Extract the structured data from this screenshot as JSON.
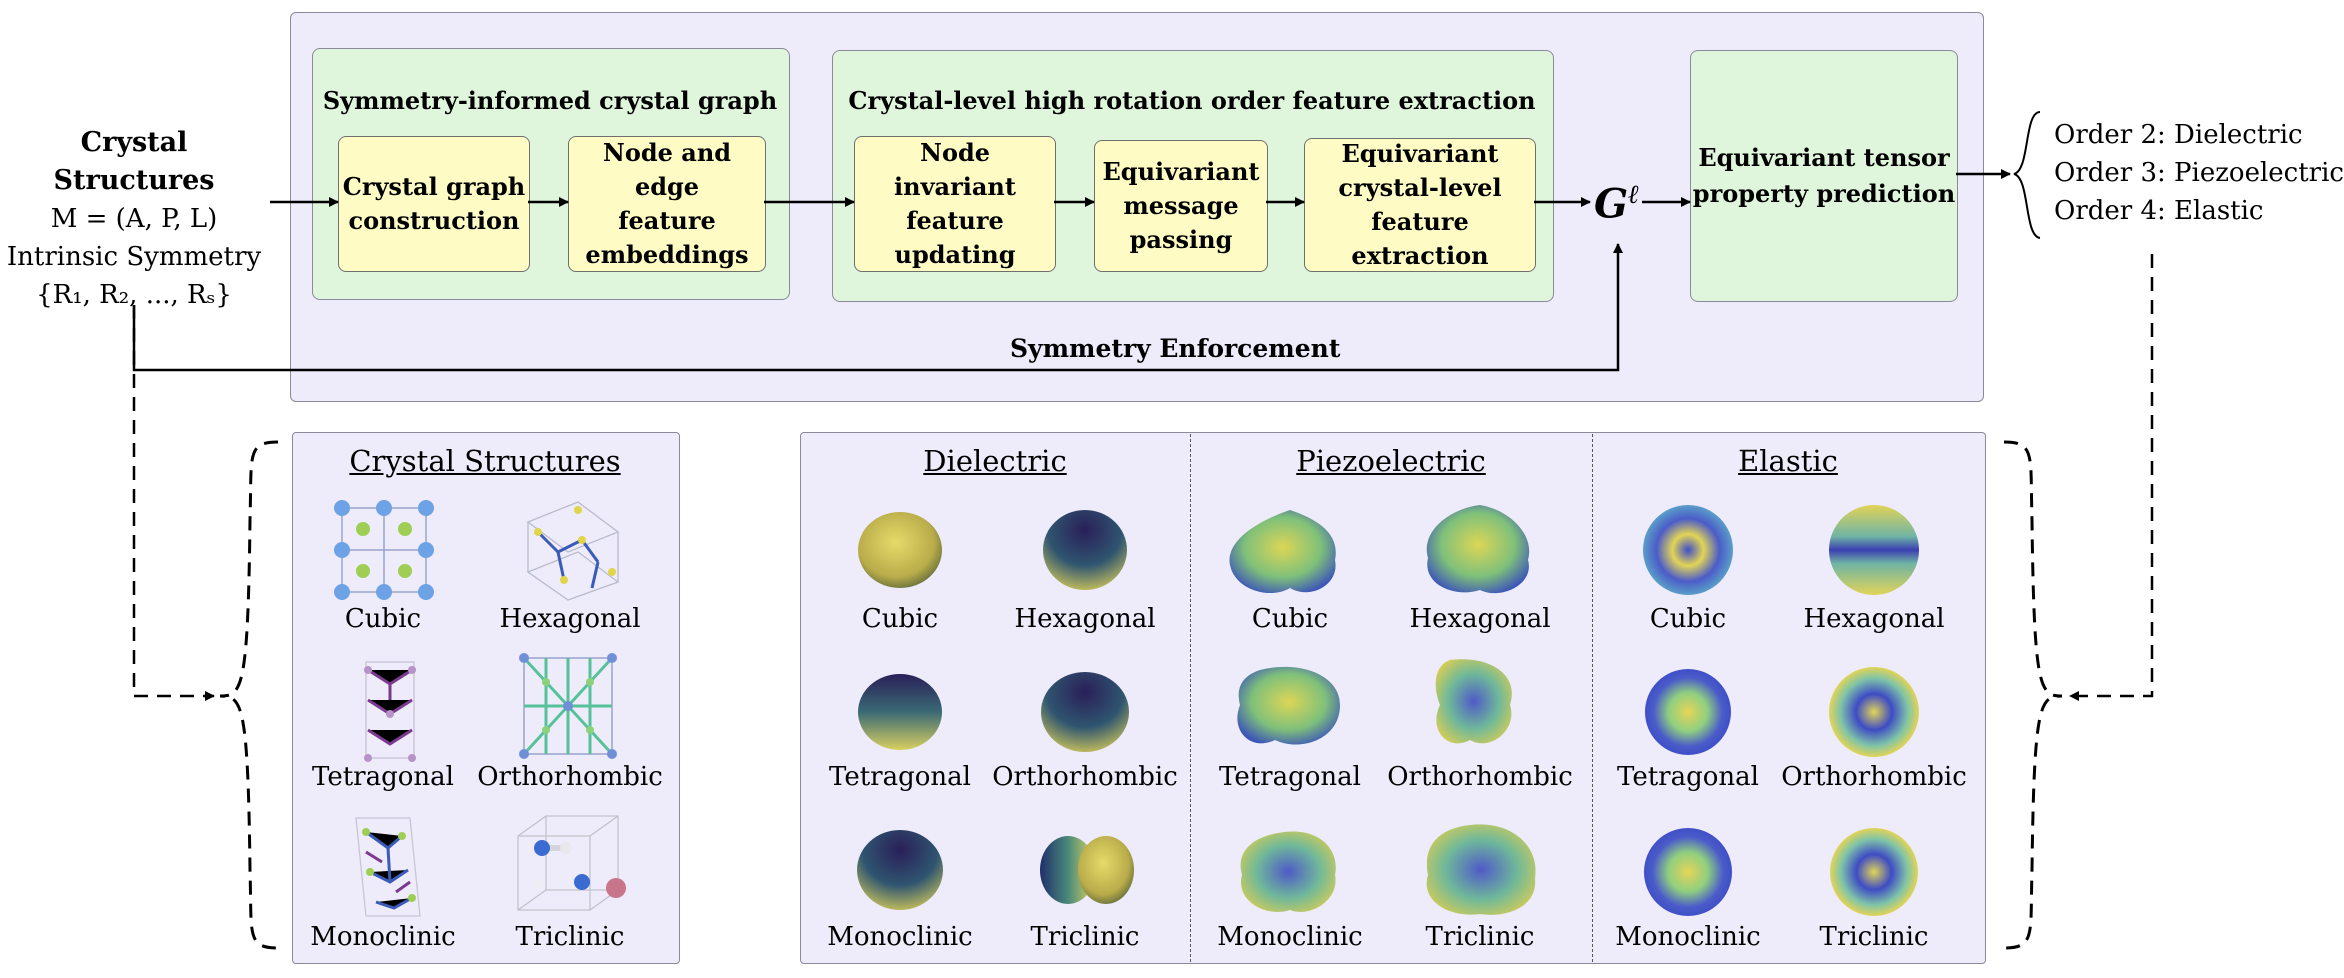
{
  "inputs": {
    "title": "Crystal Structures",
    "formula": "M = (A, P, L)",
    "symmetry_label": "Intrinsic Symmetry",
    "symmetry_ops": "{R₁, R₂, ..., Rₛ}"
  },
  "pipeline": {
    "graph_section": {
      "title": "Symmetry-informed crystal graph",
      "boxes": [
        {
          "lines": [
            "Crystal graph",
            "construction"
          ]
        },
        {
          "lines": [
            "Node and edge",
            "feature",
            "embeddings"
          ]
        }
      ]
    },
    "feature_section": {
      "title": "Crystal-level high rotation order feature extraction",
      "boxes": [
        {
          "lines": [
            "Node invariant",
            "feature",
            "updating"
          ]
        },
        {
          "lines": [
            "Equivariant",
            "message",
            "passing"
          ]
        },
        {
          "lines": [
            "Equivariant",
            "crystal-level",
            "feature extraction"
          ]
        }
      ]
    },
    "feature_symbol": "G",
    "feature_superscript": "ℓ",
    "prediction_box": {
      "lines": [
        "Equivariant tensor",
        "property prediction"
      ]
    },
    "symmetry_enforcement": "Symmetry Enforcement"
  },
  "orders": [
    "Order 2: Dielectric",
    "Order 3: Piezoelectric",
    "Order 4: Elastic"
  ],
  "crystal_panel": {
    "title": "Crystal Structures",
    "systems": [
      "Cubic",
      "Hexagonal",
      "Tetragonal",
      "Orthorhombic",
      "Monoclinic",
      "Triclinic"
    ]
  },
  "property_panels": [
    {
      "title": "Dielectric",
      "systems": [
        "Cubic",
        "Hexagonal",
        "Tetragonal",
        "Orthorhombic",
        "Monoclinic",
        "Triclinic"
      ]
    },
    {
      "title": "Piezoelectric",
      "systems": [
        "Cubic",
        "Hexagonal",
        "Tetragonal",
        "Orthorhombic",
        "Monoclinic",
        "Triclinic"
      ]
    },
    {
      "title": "Elastic",
      "systems": [
        "Cubic",
        "Hexagonal",
        "Tetragonal",
        "Orthorhombic",
        "Monoclinic",
        "Triclinic"
      ]
    }
  ],
  "colors": {
    "panel_fill": "#eeebfa",
    "section_fill": "#dff5dc",
    "box_fill": "#fefcc4",
    "surface_yellow": "#d9cf57",
    "surface_blue": "#4a5fd0",
    "surface_dark": "#2a1f58"
  }
}
